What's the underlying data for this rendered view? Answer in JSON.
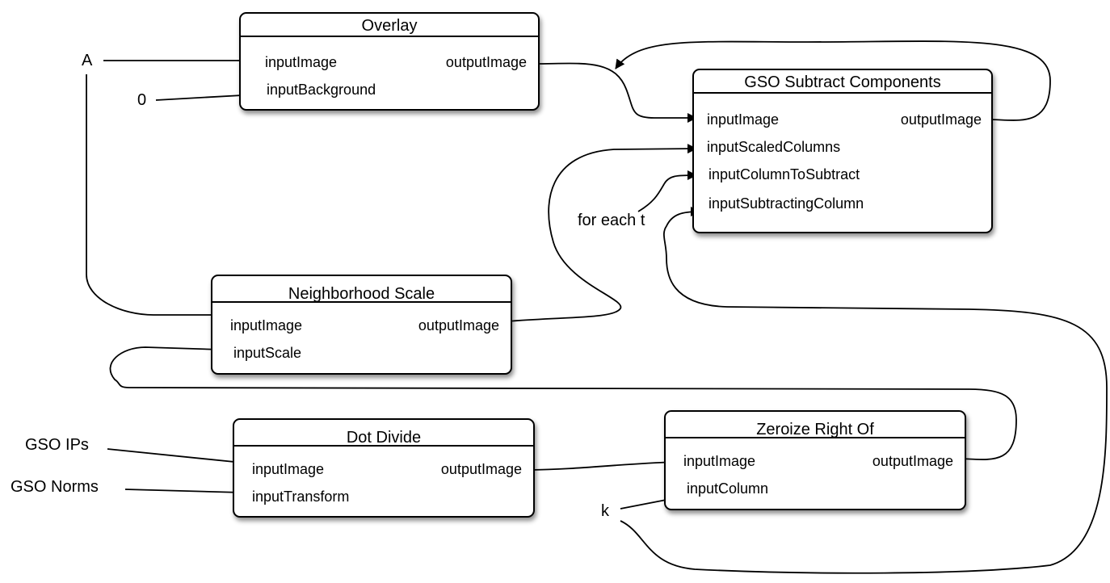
{
  "nodes": {
    "overlay": {
      "title": "Overlay",
      "inputs": [
        "inputImage",
        "inputBackground"
      ],
      "output": "outputImage"
    },
    "gso_subtract": {
      "title": "GSO Subtract Components",
      "inputs": [
        "inputImage",
        "inputScaledColumns",
        "inputColumnToSubtract",
        "inputSubtractingColumn"
      ],
      "output": "outputImage"
    },
    "neighborhood_scale": {
      "title": "Neighborhood Scale",
      "inputs": [
        "inputImage",
        "inputScale"
      ],
      "output": "outputImage"
    },
    "dot_divide": {
      "title": "Dot Divide",
      "inputs": [
        "inputImage",
        "inputTransform"
      ],
      "output": "outputImage"
    },
    "zeroize": {
      "title": "Zeroize Right Of",
      "inputs": [
        "inputImage",
        "inputColumn"
      ],
      "output": "outputImage"
    }
  },
  "labels": {
    "a": "A",
    "zero": "0",
    "for_each_t": "for each t",
    "gso_ips": "GSO IPs",
    "gso_norms": "GSO Norms",
    "k": "k"
  },
  "colors": {
    "line": "#000000",
    "box_fill": "#ffffff"
  }
}
